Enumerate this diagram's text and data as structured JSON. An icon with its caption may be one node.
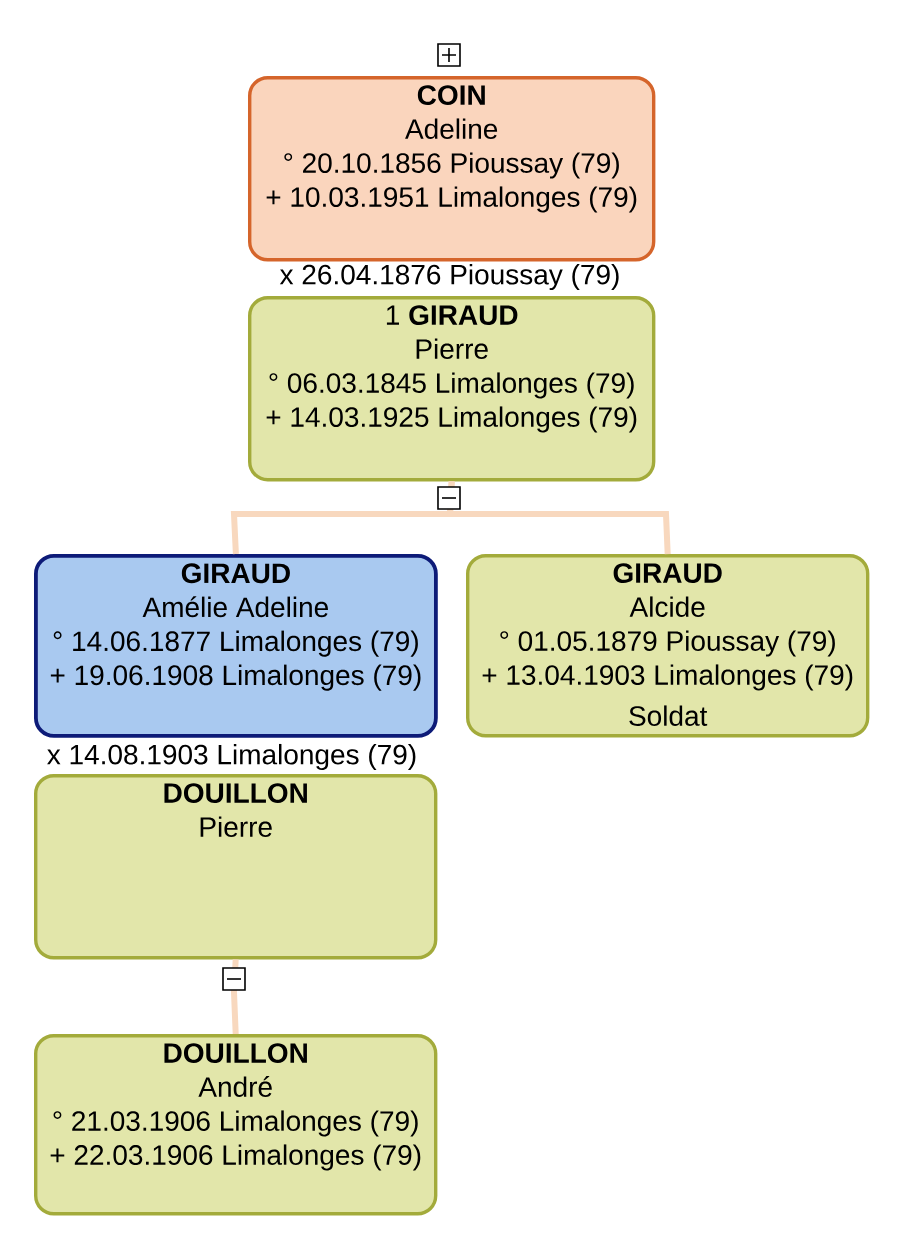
{
  "diagram": {
    "nodes": [
      {
        "text": [
          "COIN",
          "Adeline",
          "° 20.10.1856 Pioussay (79)",
          "+ 10.03.1951 Limalonges (79)"
        ]
      },
      {
        "text": [
          "1 **GIRAUD**",
          "Pierre",
          "° 06.03.1845 Limalonges (79)",
          "+ 14.03.1925 Limalonges (79)"
        ]
      },
      {
        "text": [
          "GIRAUD",
          "Amélie Adeline",
          "° 14.06.1877 Limalonges (79)",
          "+ 19.06.1908 Limalonges (79)"
        ]
      },
      {
        "text": [
          "GIRAUD",
          "Alcide",
          "° 01.05.1879 Pioussay (79)",
          "+ 13.04.1903 Limalonges (79)",
          "Soldat"
        ]
      },
      {
        "text": [
          "DOUILLON",
          "Pierre"
        ]
      },
      {
        "text": [
          "DOUILLON",
          "André",
          "° 21.03.1906 Limalonges (79)",
          "+ 22.03.1906 Limalonges (79)"
        ]
      }
    ],
    "edges": [
      {
        "from": 1,
        "to": 2,
        "arrow": "none"
      },
      {
        "from": 1,
        "to": 3,
        "arrow": "none"
      },
      {
        "from": 4,
        "to": 5,
        "arrow": "none"
      }
    ],
    "labels": [
      "x 26.04.1876 Pioussay (79)",
      "x 14.08.1903 Limalonges (79)"
    ]
  }
}
